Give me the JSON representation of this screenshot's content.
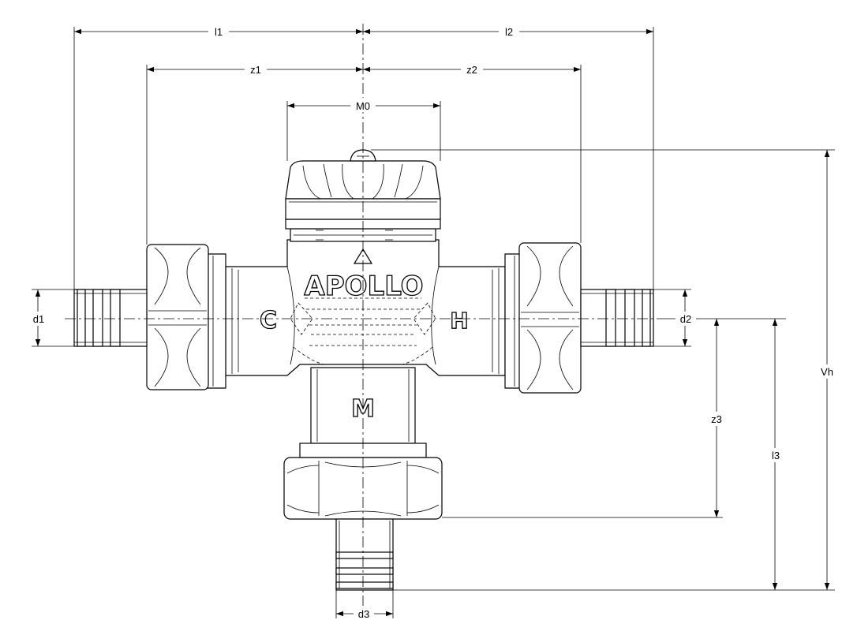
{
  "dimensions": {
    "l1": "l1",
    "l2": "l2",
    "z1": "z1",
    "z2": "z2",
    "m0": "M0",
    "d1": "d1",
    "d2": "d2",
    "d3": "d3",
    "z3": "z3",
    "l3": "l3",
    "vh": "Vh"
  },
  "markings": {
    "brand": "APOLLO",
    "cold": "C",
    "hot": "H",
    "mixed": "M"
  },
  "colors": {
    "line": "#000000",
    "background": "#ffffff"
  }
}
